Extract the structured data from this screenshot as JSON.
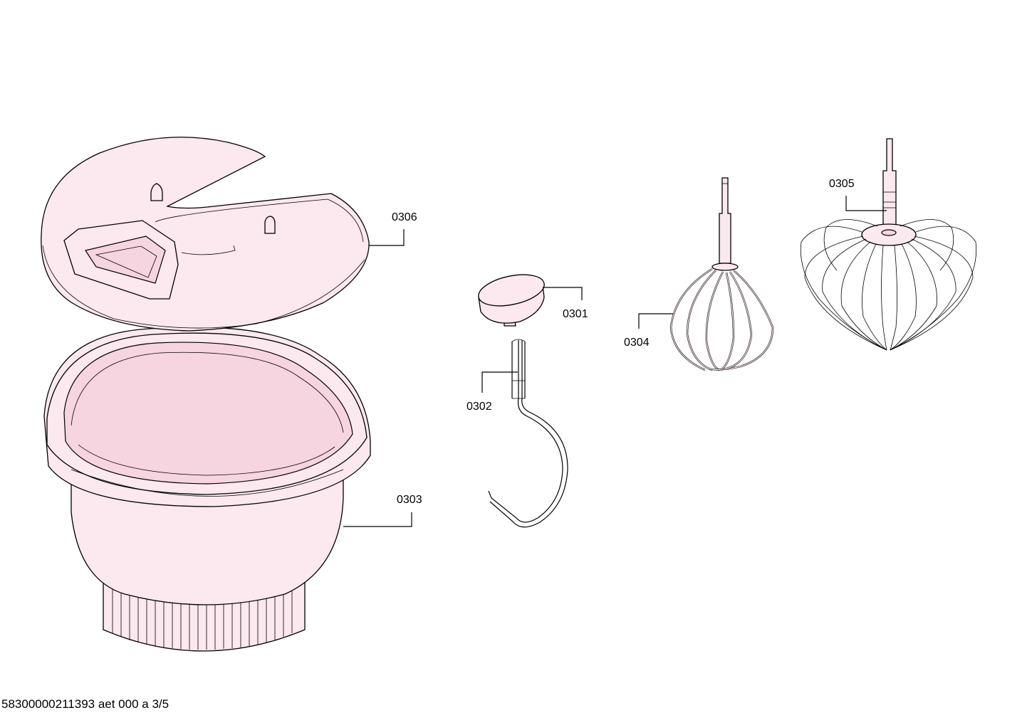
{
  "diagram": {
    "labels": [
      {
        "id": "lid",
        "text": "0306"
      },
      {
        "id": "bowl",
        "text": "0303"
      },
      {
        "id": "knob",
        "text": "0301"
      },
      {
        "id": "hook",
        "text": "0302"
      },
      {
        "id": "beater",
        "text": "0304"
      },
      {
        "id": "whisk",
        "text": "0305"
      }
    ]
  },
  "footer": {
    "code": "58300000211393 aet 000 a 3/5"
  },
  "colors": {
    "part_fill": "#fce8ef",
    "line": "#000000",
    "background": "#ffffff"
  }
}
